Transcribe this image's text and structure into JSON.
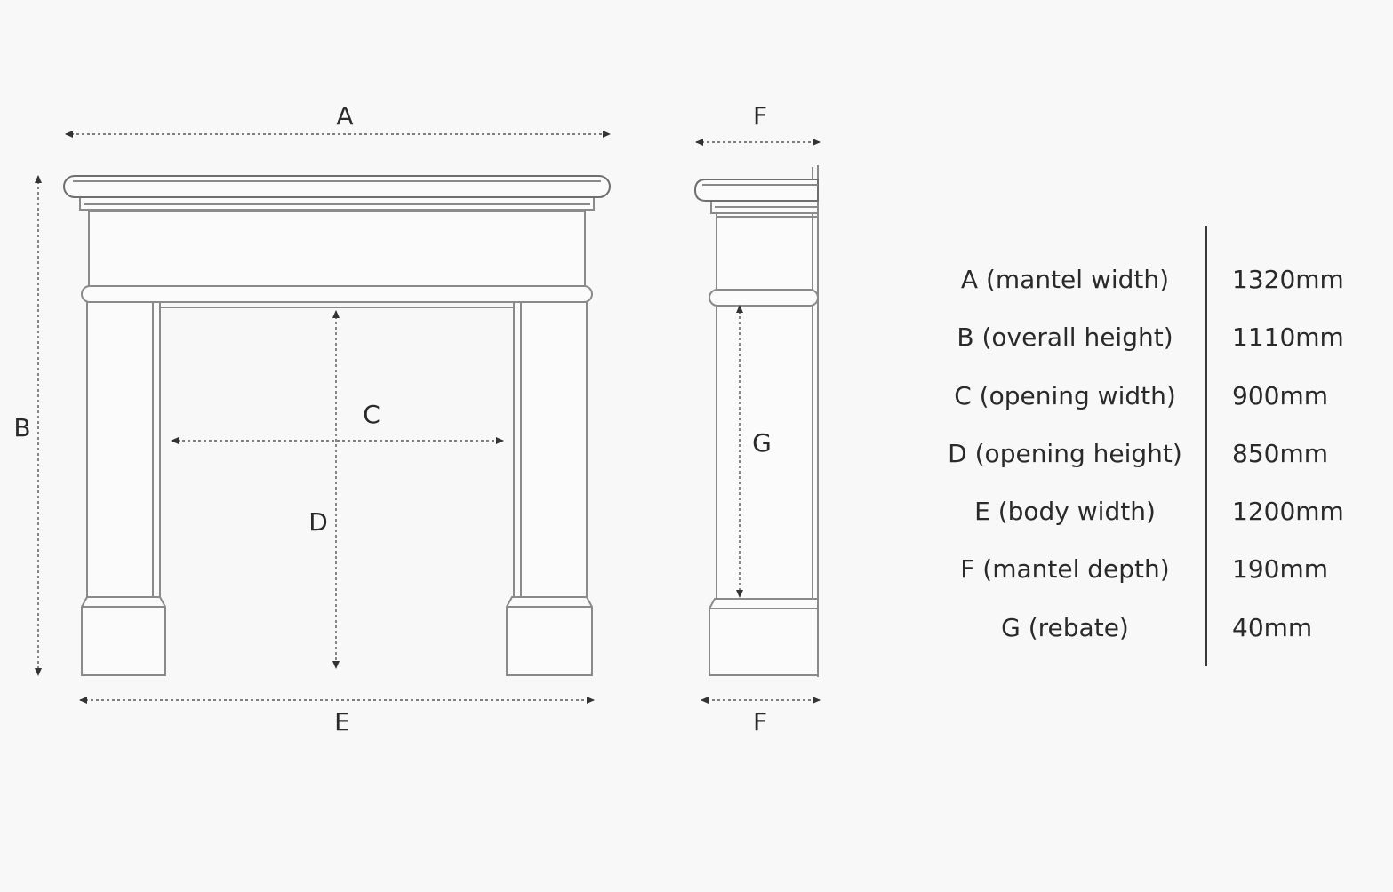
{
  "diagram": {
    "front_labels": {
      "a": "A",
      "b": "B",
      "c": "C",
      "d": "D",
      "e": "E"
    },
    "side_labels": {
      "f_top": "F",
      "f_bottom": "F",
      "g": "G"
    }
  },
  "specifications": [
    {
      "label": "A (mantel width)",
      "value": "1320mm"
    },
    {
      "label": "B (overall height)",
      "value": "1110mm"
    },
    {
      "label": "C (opening width)",
      "value": "900mm"
    },
    {
      "label": "D (opening height)",
      "value": "850mm"
    },
    {
      "label": "E (body width)",
      "value": "1200mm"
    },
    {
      "label": "F (mantel depth)",
      "value": "190mm"
    },
    {
      "label": "G (rebate)",
      "value": "40mm"
    }
  ]
}
